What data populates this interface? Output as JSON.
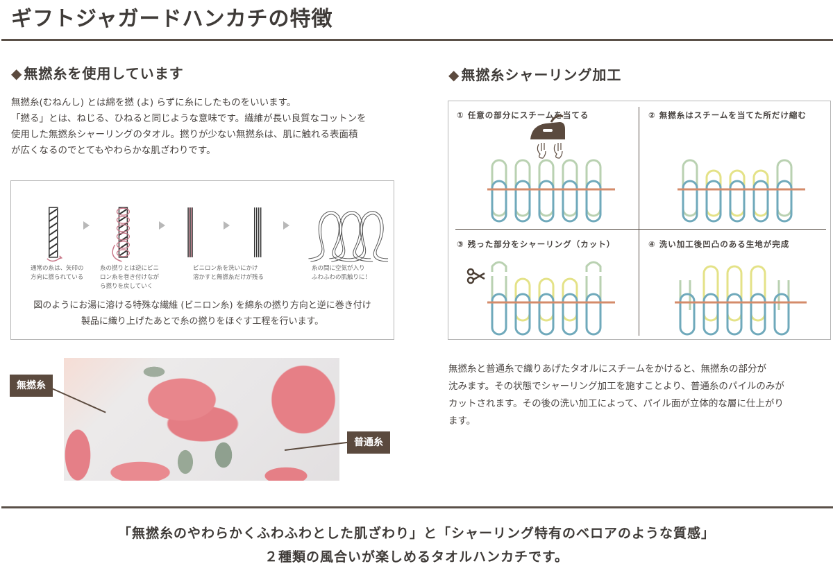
{
  "page": {
    "title": "ギフトジャガードハンカチの特徴"
  },
  "left_section": {
    "heading_marker": "◆",
    "heading": "無撚糸を使用しています",
    "paragraph": [
      "無撚糸(むねんし) とは綿を撚 (よ) らずに糸にしたものをいいます。",
      "「撚る」とは、ねじる、ひねると同じような意味です。繊維が長い良質なコットンを",
      "使用した無撚糸シャーリングのタオル。撚りが少ない無撚糸は、肌に触れる表面積",
      "が広くなるのでとてもやわらかな肌ざわりです。"
    ],
    "twist_diagram": {
      "captions": [
        [
          "通常の糸は、矢印の",
          "方向に撚られている"
        ],
        [
          "糸の撚りとは逆にビニ",
          "ロン糸を巻き付けなが",
          "ら撚りを戻していく"
        ],
        [
          "ビニロン糸を洗いにかけ",
          "溶かすと無撚糸だけが残る"
        ],
        [
          "糸の間に空気が入り",
          "ふわふわの肌触りに！"
        ]
      ],
      "note": [
        "図のようにお湯に溶ける特殊な繊維 (ビニロン糸) を綿糸の撚り方向と逆に巻き付け",
        "製品に織り上げたあとで糸の撚りをほぐす工程を行います。"
      ]
    },
    "photo_labels": {
      "untwisted": "無撚糸",
      "regular": "普通糸"
    }
  },
  "right_section": {
    "heading_marker": "◆",
    "heading": "無撚糸シャーリング加工",
    "panels": [
      {
        "number": "①",
        "title": "任意の部分にスチームを当てる",
        "icon": "steam-iron-icon"
      },
      {
        "number": "②",
        "title": "無撚糸はスチームを当てた所だけ縮む"
      },
      {
        "number": "③",
        "title": "残った部分をシャーリング（カット）",
        "icon": "scissors-icon"
      },
      {
        "number": "④",
        "title": "洗い加工後凹凸のある生地が完成"
      }
    ],
    "paragraph": [
      "無撚糸と普通糸で織りあげたタオルにスチームをかけると、無撚糸の部分が",
      "沈みます。その状態でシャーリング加工を施すことより、普通糸のパイルのみが",
      "カットされます。その後の洗い加工によって、パイル面が立体的な層に仕上がり",
      "ます。"
    ]
  },
  "footer": {
    "line1": "「無撚糸のやわらかくふわふわとした肌ざわり」と「シャーリング特有のベロアのような質感」",
    "line2": "２種類の風合いが楽しめるタオルハンカチです。"
  },
  "colors": {
    "text": "#3f3b38",
    "accent_brown": "#5b4a3e",
    "loop_green": "#b9d1b1",
    "loop_blue": "#6fa9bb",
    "loop_yellow": "#e4e287",
    "weft_orange": "#d48b6a",
    "twist_pink": "#c9798a"
  }
}
